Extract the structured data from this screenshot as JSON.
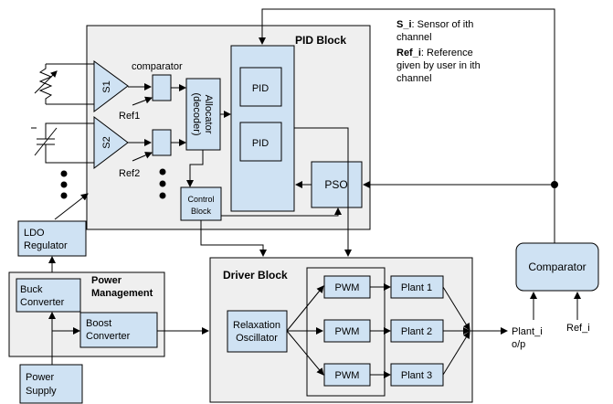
{
  "legend": {
    "s_term": "S_i",
    "s_desc": ": Sensor of ith",
    "s_desc2": "channel",
    "ref_term": "Ref_i",
    "ref_desc": ": Reference",
    "ref_desc2": "given by user in ith",
    "ref_desc3": "channel"
  },
  "pid_block": {
    "title": "PID Block",
    "comparator_label": "comparator",
    "s1": "S1",
    "s2": "S2",
    "ref1": "Ref1",
    "ref2": "Ref2",
    "allocator_line1": "Allocator",
    "allocator_line2": "(decoder)",
    "pid1": "PID",
    "pid2": "PID",
    "pso": "PSO",
    "control_block_line1": "Control",
    "control_block_line2": "Block"
  },
  "ldo": {
    "line1": "LDO",
    "line2": "Regulator"
  },
  "power_management": {
    "title_line1": "Power",
    "title_line2": "Management",
    "buck_line1": "Buck",
    "buck_line2": "Converter",
    "boost_line1": "Boost",
    "boost_line2": "Converter"
  },
  "power_supply": {
    "line1": "Power",
    "line2": "Supply"
  },
  "driver_block": {
    "title": "Driver Block",
    "osc_line1": "Relaxation",
    "osc_line2": "Oscillator",
    "pwm1": "PWM",
    "pwm2": "PWM",
    "pwm3": "PWM",
    "plant1": "Plant 1",
    "plant2": "Plant 2",
    "plant3": "Plant 3"
  },
  "comparator": "Comparator",
  "plant_output_line1": "Plant_i",
  "plant_output_line2": "o/p",
  "ref_i": "Ref_i",
  "colors": {
    "block_fill": "#cfe2f3",
    "panel_fill": "#efefef",
    "stroke": "#000000"
  }
}
